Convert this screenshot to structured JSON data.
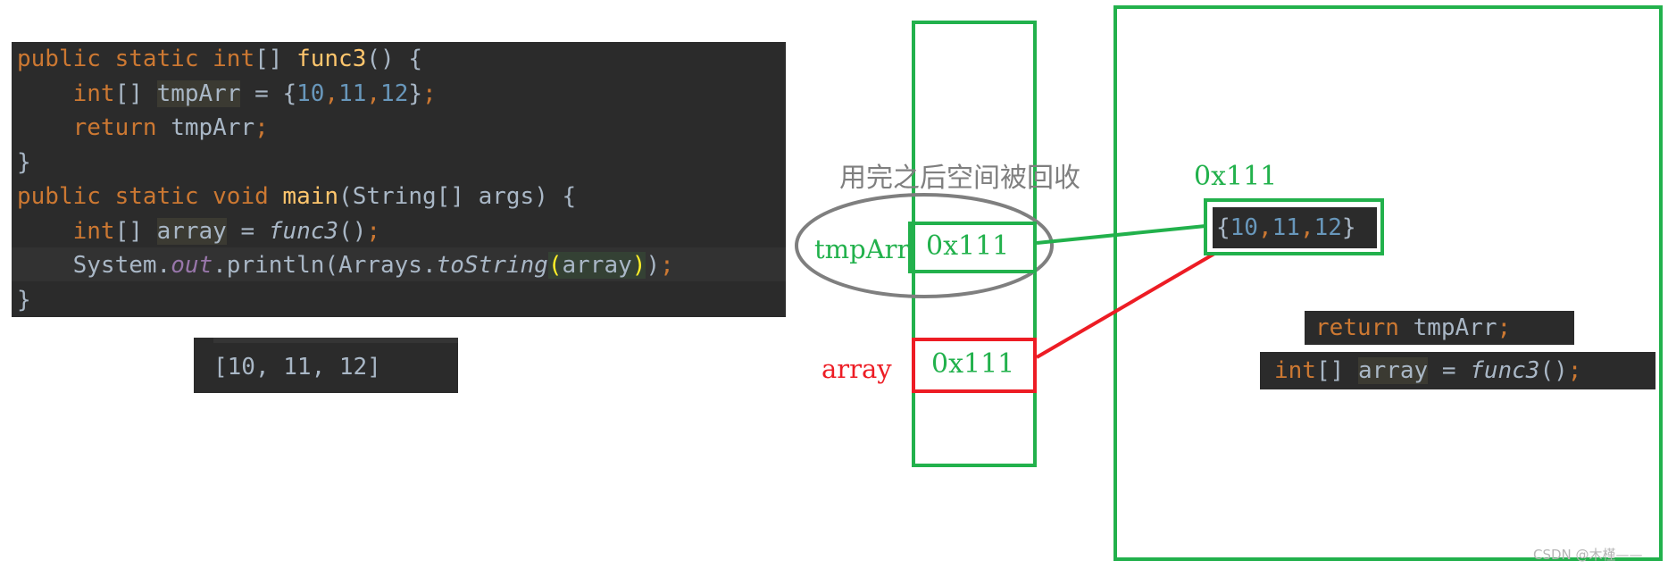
{
  "code_block": {
    "lines": [
      [
        {
          "t": "public static int",
          "c": "kw"
        },
        {
          "t": "[] ",
          "c": ""
        },
        {
          "t": "func3",
          "c": "fn"
        },
        {
          "t": "() {",
          "c": ""
        }
      ],
      [
        {
          "t": "    ",
          "c": ""
        },
        {
          "t": "int",
          "c": "kw"
        },
        {
          "t": "[] ",
          "c": ""
        },
        {
          "t": "tmpArr",
          "c": "hl"
        },
        {
          "t": " = {",
          "c": ""
        },
        {
          "t": "10",
          "c": "num"
        },
        {
          "t": ",",
          "c": "kw"
        },
        {
          "t": "11",
          "c": "num"
        },
        {
          "t": ",",
          "c": "kw"
        },
        {
          "t": "12",
          "c": "num"
        },
        {
          "t": "}",
          "c": ""
        },
        {
          "t": ";",
          "c": "kw"
        }
      ],
      [
        {
          "t": "    ",
          "c": ""
        },
        {
          "t": "return",
          "c": "kw"
        },
        {
          "t": " tmpArr",
          "c": ""
        },
        {
          "t": ";",
          "c": "kw"
        }
      ],
      [
        {
          "t": "}",
          "c": ""
        }
      ],
      [
        {
          "t": "public static void",
          "c": "kw"
        },
        {
          "t": " ",
          "c": ""
        },
        {
          "t": "main",
          "c": "fn"
        },
        {
          "t": "(String[] args) {",
          "c": ""
        }
      ],
      [
        {
          "t": "    ",
          "c": ""
        },
        {
          "t": "int",
          "c": "kw"
        },
        {
          "t": "[] ",
          "c": ""
        },
        {
          "t": "array",
          "c": "hl"
        },
        {
          "t": " = ",
          "c": ""
        },
        {
          "t": "func3",
          "c": "it"
        },
        {
          "t": "()",
          "c": ""
        },
        {
          "t": ";",
          "c": "kw"
        }
      ],
      [
        {
          "t": "    System.",
          "c": ""
        },
        {
          "t": "out",
          "c": "st"
        },
        {
          "t": ".println(Arrays.",
          "c": ""
        },
        {
          "t": "toString",
          "c": "it"
        },
        {
          "t": "(",
          "c": "br hlv"
        },
        {
          "t": "array",
          "c": "hlv"
        },
        {
          "t": ")",
          "c": "br hlv"
        },
        {
          "t": ")",
          "c": ""
        },
        {
          "t": ";",
          "c": "kw"
        }
      ],
      [
        {
          "t": "}",
          "c": ""
        }
      ]
    ]
  },
  "output_block": {
    "text": "[10, 11, 12]"
  },
  "stack": {
    "label_gc": "用完之后空间被回收",
    "tmpArr_label": "tmpArr",
    "tmpArr_value": "0x111",
    "array_label": "array",
    "array_value": "0x111"
  },
  "heap": {
    "address_label": "0x111",
    "array_parts": [
      {
        "t": "{",
        "c": ""
      },
      {
        "t": "10",
        "c": "num"
      },
      {
        "t": ",",
        "c": "kw"
      },
      {
        "t": "11",
        "c": "num"
      },
      {
        "t": ",",
        "c": "kw"
      },
      {
        "t": "12",
        "c": "num"
      },
      {
        "t": "}",
        "c": ""
      }
    ],
    "return_snippet": [
      {
        "t": "return",
        "c": "kw"
      },
      {
        "t": " tmpArr",
        "c": ""
      },
      {
        "t": ";",
        "c": "kw"
      }
    ],
    "assign_snippet": [
      {
        "t": "int",
        "c": "kw"
      },
      {
        "t": "[] ",
        "c": ""
      },
      {
        "t": "array",
        "c": "hl"
      },
      {
        "t": " = ",
        "c": ""
      },
      {
        "t": "func3",
        "c": "it"
      },
      {
        "t": "()",
        "c": ""
      },
      {
        "t": ";",
        "c": "kw"
      }
    ]
  },
  "watermark": "CSDN @木槿——",
  "colors": {
    "green": "#22b14c",
    "red": "#ed1c24",
    "gray_ellipse": "#7f7f7f"
  }
}
